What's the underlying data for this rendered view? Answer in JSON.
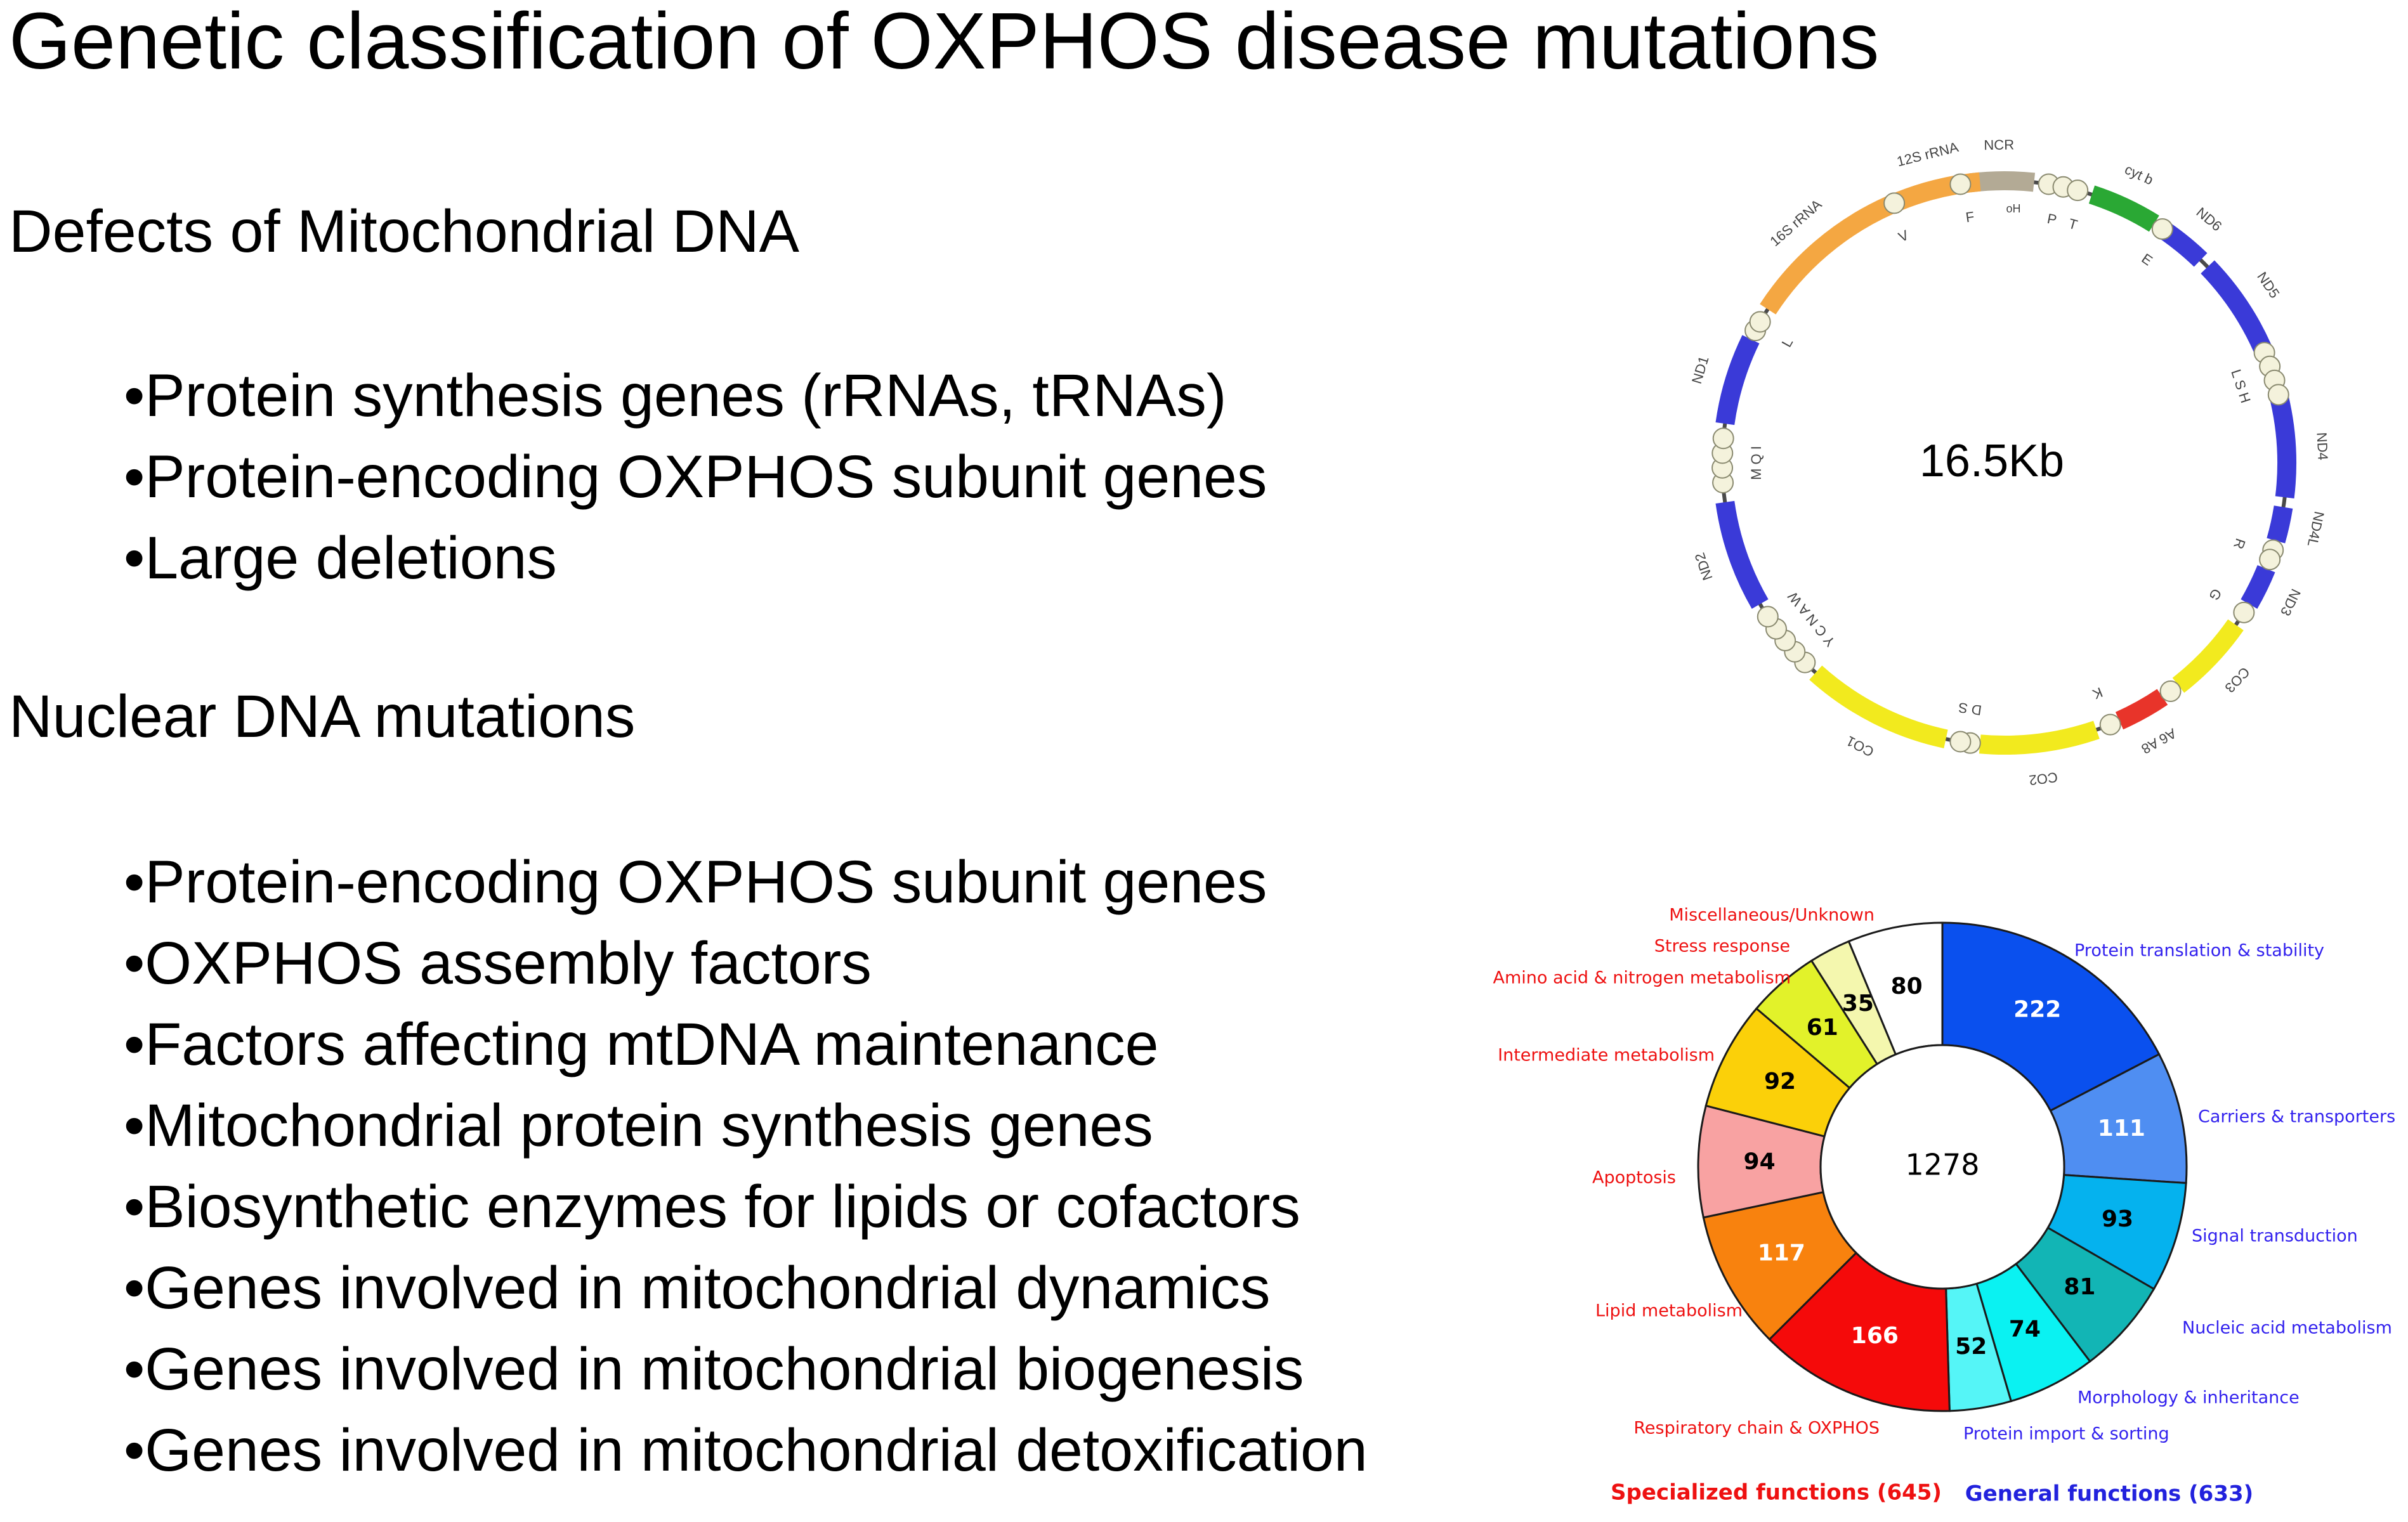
{
  "slide": {
    "title": "Genetic classification of OXPHOS disease mutations",
    "section1": {
      "heading": "Defects of Mitochondrial DNA",
      "bullets": [
        "Protein synthesis genes (rRNAs, tRNAs)",
        "Protein-encoding OXPHOS subunit genes",
        "Large deletions"
      ]
    },
    "section2": {
      "heading": "Nuclear DNA mutations",
      "bullets": [
        "Protein-encoding OXPHOS subunit genes",
        "OXPHOS assembly factors",
        "Factors affecting mtDNA maintenance",
        "Mitochondrial protein synthesis genes",
        "Biosynthetic enzymes for lipids or cofactors",
        "Genes involved in mitochondrial dynamics",
        "Genes involved in mitochondrial biogenesis",
        "Genes involved in mitochondrial detoxification"
      ]
    }
  },
  "mtdna_map": {
    "center_label": "16.5Kb",
    "colors": {
      "rrna": "#f4a742",
      "cytb": "#2aa834",
      "nd": "#3a3ad8",
      "co": "#f2ea1e",
      "atp": "#e8342a",
      "ncr": "#b3aa95",
      "trna": "#f4f2dc"
    },
    "genes": [
      {
        "label": "NCR",
        "type": "ncr"
      },
      {
        "label": "cyt b",
        "type": "cytb"
      },
      {
        "label": "ND6",
        "type": "nd"
      },
      {
        "label": "ND5",
        "type": "nd"
      },
      {
        "label": "ND4",
        "type": "nd"
      },
      {
        "label": "ND4L",
        "type": "nd"
      },
      {
        "label": "ND3",
        "type": "nd"
      },
      {
        "label": "CO3",
        "type": "co"
      },
      {
        "label": "A6 A8",
        "type": "atp"
      },
      {
        "label": "CO2",
        "type": "co"
      },
      {
        "label": "CO1",
        "type": "co"
      },
      {
        "label": "ND2",
        "type": "nd"
      },
      {
        "label": "ND1",
        "type": "nd"
      },
      {
        "label": "16S rRNA",
        "type": "rrna"
      },
      {
        "label": "12S rRNA",
        "type": "rrna"
      }
    ],
    "trna_labels": [
      "F",
      "P",
      "T",
      "E",
      "L S H",
      "R",
      "G",
      "K",
      "D S",
      "Y C N A W",
      "M Q I",
      "L",
      "V"
    ],
    "promoter_labels": [
      "oH"
    ]
  },
  "chart_data": {
    "type": "pie",
    "center_label": "1278",
    "segments": [
      {
        "name": "Protein translation & stability",
        "value": 222,
        "color": "#0a50ee",
        "group": "general"
      },
      {
        "name": "Carriers & transporters",
        "value": 111,
        "color": "#4f8ef2",
        "group": "general"
      },
      {
        "name": "Signal transduction",
        "value": 93,
        "color": "#05b2ee",
        "group": "general"
      },
      {
        "name": "Nucleic acid metabolism",
        "value": 81,
        "color": "#12b5b5",
        "group": "general"
      },
      {
        "name": "Morphology & inheritance",
        "value": 74,
        "color": "#0af2f2",
        "group": "general"
      },
      {
        "name": "Protein import & sorting",
        "value": 52,
        "color": "#55f5f7",
        "group": "general"
      },
      {
        "name": "Respiratory chain & OXPHOS",
        "value": 166,
        "color": "#f50a0a",
        "group": "specialized"
      },
      {
        "name": "Lipid metabolism",
        "value": 117,
        "color": "#f8820e",
        "group": "specialized"
      },
      {
        "name": "Apoptosis",
        "value": 94,
        "color": "#f8a2a2",
        "group": "specialized"
      },
      {
        "name": "Intermediate metabolism",
        "value": 92,
        "color": "#fbd009",
        "group": "specialized"
      },
      {
        "name": "Amino acid & nitrogen metabolism",
        "value": 61,
        "color": "#e2f22a",
        "group": "specialized"
      },
      {
        "name": "Stress response",
        "value": 35,
        "color": "#f4f7ae",
        "group": "specialized"
      },
      {
        "name": "Miscellaneous/Unknown",
        "value": 80,
        "color": "#ffffff",
        "group": "specialized"
      }
    ],
    "groups": [
      {
        "label": "Specialized functions (645)",
        "color": "#ee1111"
      },
      {
        "label": "General functions (633)",
        "color": "#2222dd"
      }
    ],
    "colors": {
      "specialized_text": "#ee1111",
      "general_text": "#3322ee"
    }
  }
}
